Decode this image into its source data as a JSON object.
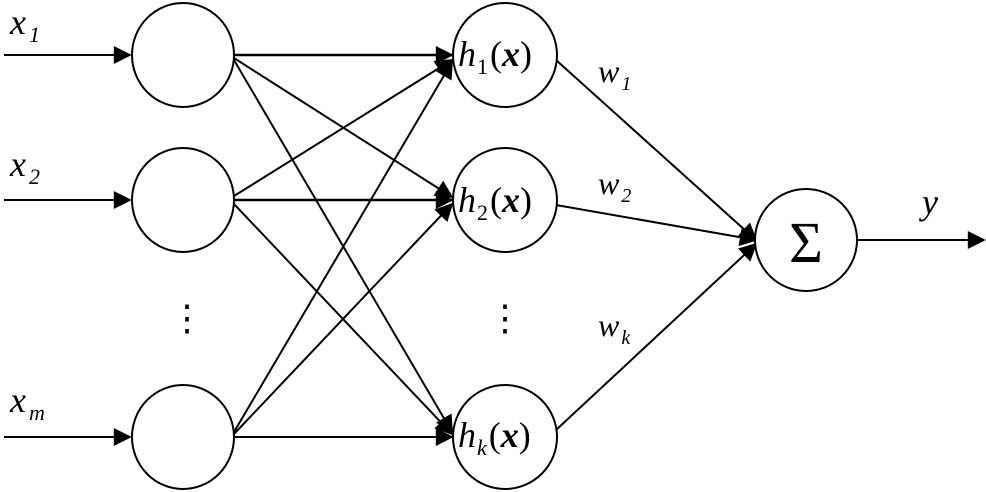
{
  "diagram": {
    "inputs": [
      {
        "var": "x",
        "sub": "1"
      },
      {
        "var": "x",
        "sub": "2"
      },
      {
        "var": "x",
        "sub": "m"
      }
    ],
    "hidden": [
      {
        "var": "h",
        "sub": "1",
        "arg": "x"
      },
      {
        "var": "h",
        "sub": "2",
        "arg": "x"
      },
      {
        "var": "h",
        "sub": "k",
        "arg": "x"
      }
    ],
    "weights": [
      {
        "var": "w",
        "sub": "1"
      },
      {
        "var": "w",
        "sub": "2"
      },
      {
        "var": "w",
        "sub": "k"
      }
    ],
    "sum_symbol": "Σ",
    "output": "y",
    "ellipsis": "⋮",
    "line_color": "#000000"
  }
}
